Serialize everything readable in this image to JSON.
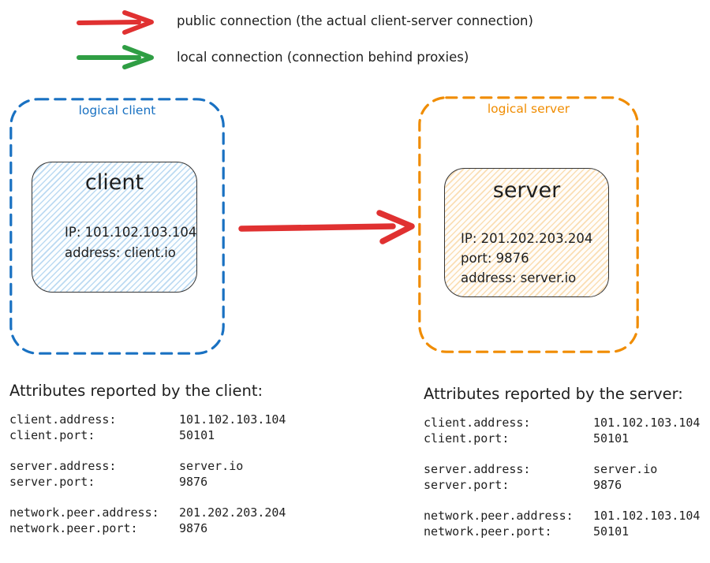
{
  "legend": {
    "items": [
      {
        "name": "public-connection",
        "color": "#e03131",
        "label": "public connection (the actual client-server connection)"
      },
      {
        "name": "local-connection",
        "color": "#2f9e44",
        "label": "local connection (connection behind proxies)"
      }
    ]
  },
  "logical_client": {
    "label": "logical client",
    "accent": "#1971c2",
    "node": {
      "title": "client",
      "lines": {
        "0": "IP: 101.102.103.104",
        "1": "address: client.io"
      }
    }
  },
  "logical_server": {
    "label": "logical server",
    "accent": "#f08c00",
    "node": {
      "title": "server",
      "lines": {
        "0": "IP: 201.202.203.204",
        "1": "port: 9876",
        "2": "address: server.io"
      }
    }
  },
  "connection_arrow": {
    "color": "#e03131",
    "meaning": "public connection"
  },
  "client_attributes": {
    "title": "Attributes reported by the client:",
    "groups": [
      [
        {
          "label": "client.address:",
          "value": "101.102.103.104"
        },
        {
          "label": "client.port:",
          "value": "50101"
        }
      ],
      [
        {
          "label": "server.address:",
          "value": "server.io"
        },
        {
          "label": "server.port:",
          "value": "9876"
        }
      ],
      [
        {
          "label": "network.peer.address:",
          "value": "201.202.203.204"
        },
        {
          "label": "network.peer.port:",
          "value": "9876"
        }
      ]
    ]
  },
  "server_attributes": {
    "title": "Attributes reported by the server:",
    "groups": [
      [
        {
          "label": "client.address:",
          "value": "101.102.103.104"
        },
        {
          "label": "client.port:",
          "value": "50101"
        }
      ],
      [
        {
          "label": "server.address:",
          "value": "server.io"
        },
        {
          "label": "server.port:",
          "value": "9876"
        }
      ],
      [
        {
          "label": "network.peer.address:",
          "value": "101.102.103.104"
        },
        {
          "label": "network.peer.port:",
          "value": "50101"
        }
      ]
    ]
  }
}
